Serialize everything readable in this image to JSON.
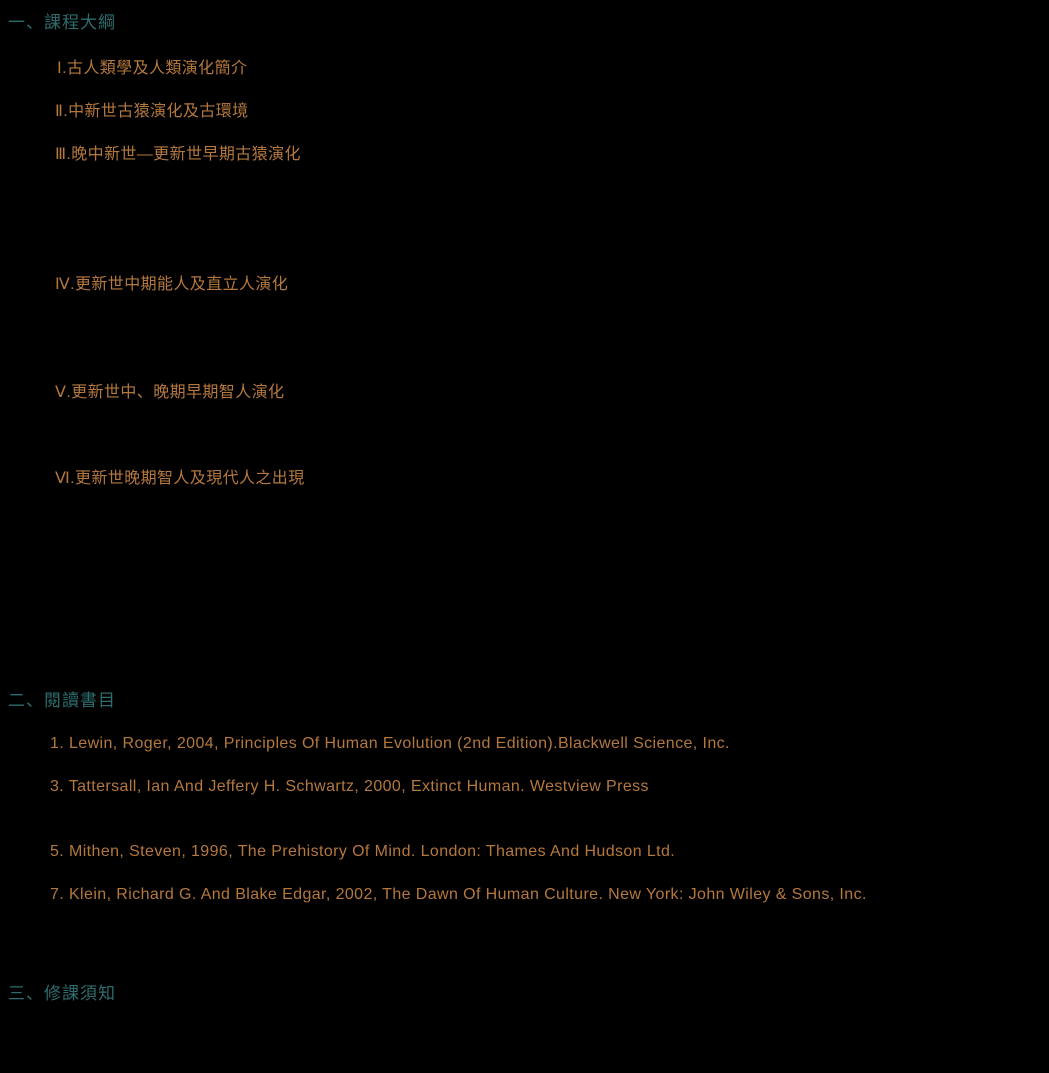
{
  "colors": {
    "background": "#000000",
    "heading": "#2e6d6d",
    "body_text": "#b4783e"
  },
  "outline": {
    "heading": "一、課程大綱",
    "items": [
      "Ⅰ.古人類學及人類演化簡介",
      "Ⅱ.中新世古猿演化及古環境",
      "Ⅲ.晚中新世—更新世早期古猿演化",
      "Ⅳ.更新世中期能人及直立人演化",
      "Ⅴ.更新世中、晚期早期智人演化",
      "Ⅵ.更新世晚期智人及現代人之出現"
    ]
  },
  "readings": {
    "heading": "二、閱讀書目",
    "items": [
      "1. Lewin, Roger, 2004, Principles Of Human Evolution (2nd Edition).Blackwell Science, Inc.",
      "3. Tattersall, Ian And Jeffery H. Schwartz, 2000, Extinct Human. Westview Press",
      "5. Mithen, Steven, 1996, The Prehistory Of Mind. London: Thames And Hudson Ltd.",
      "7. Klein, Richard G. And Blake Edgar, 2002, The Dawn Of Human Culture. New York: John Wiley & Sons, Inc."
    ]
  },
  "notes": {
    "heading": "三、修課須知"
  }
}
